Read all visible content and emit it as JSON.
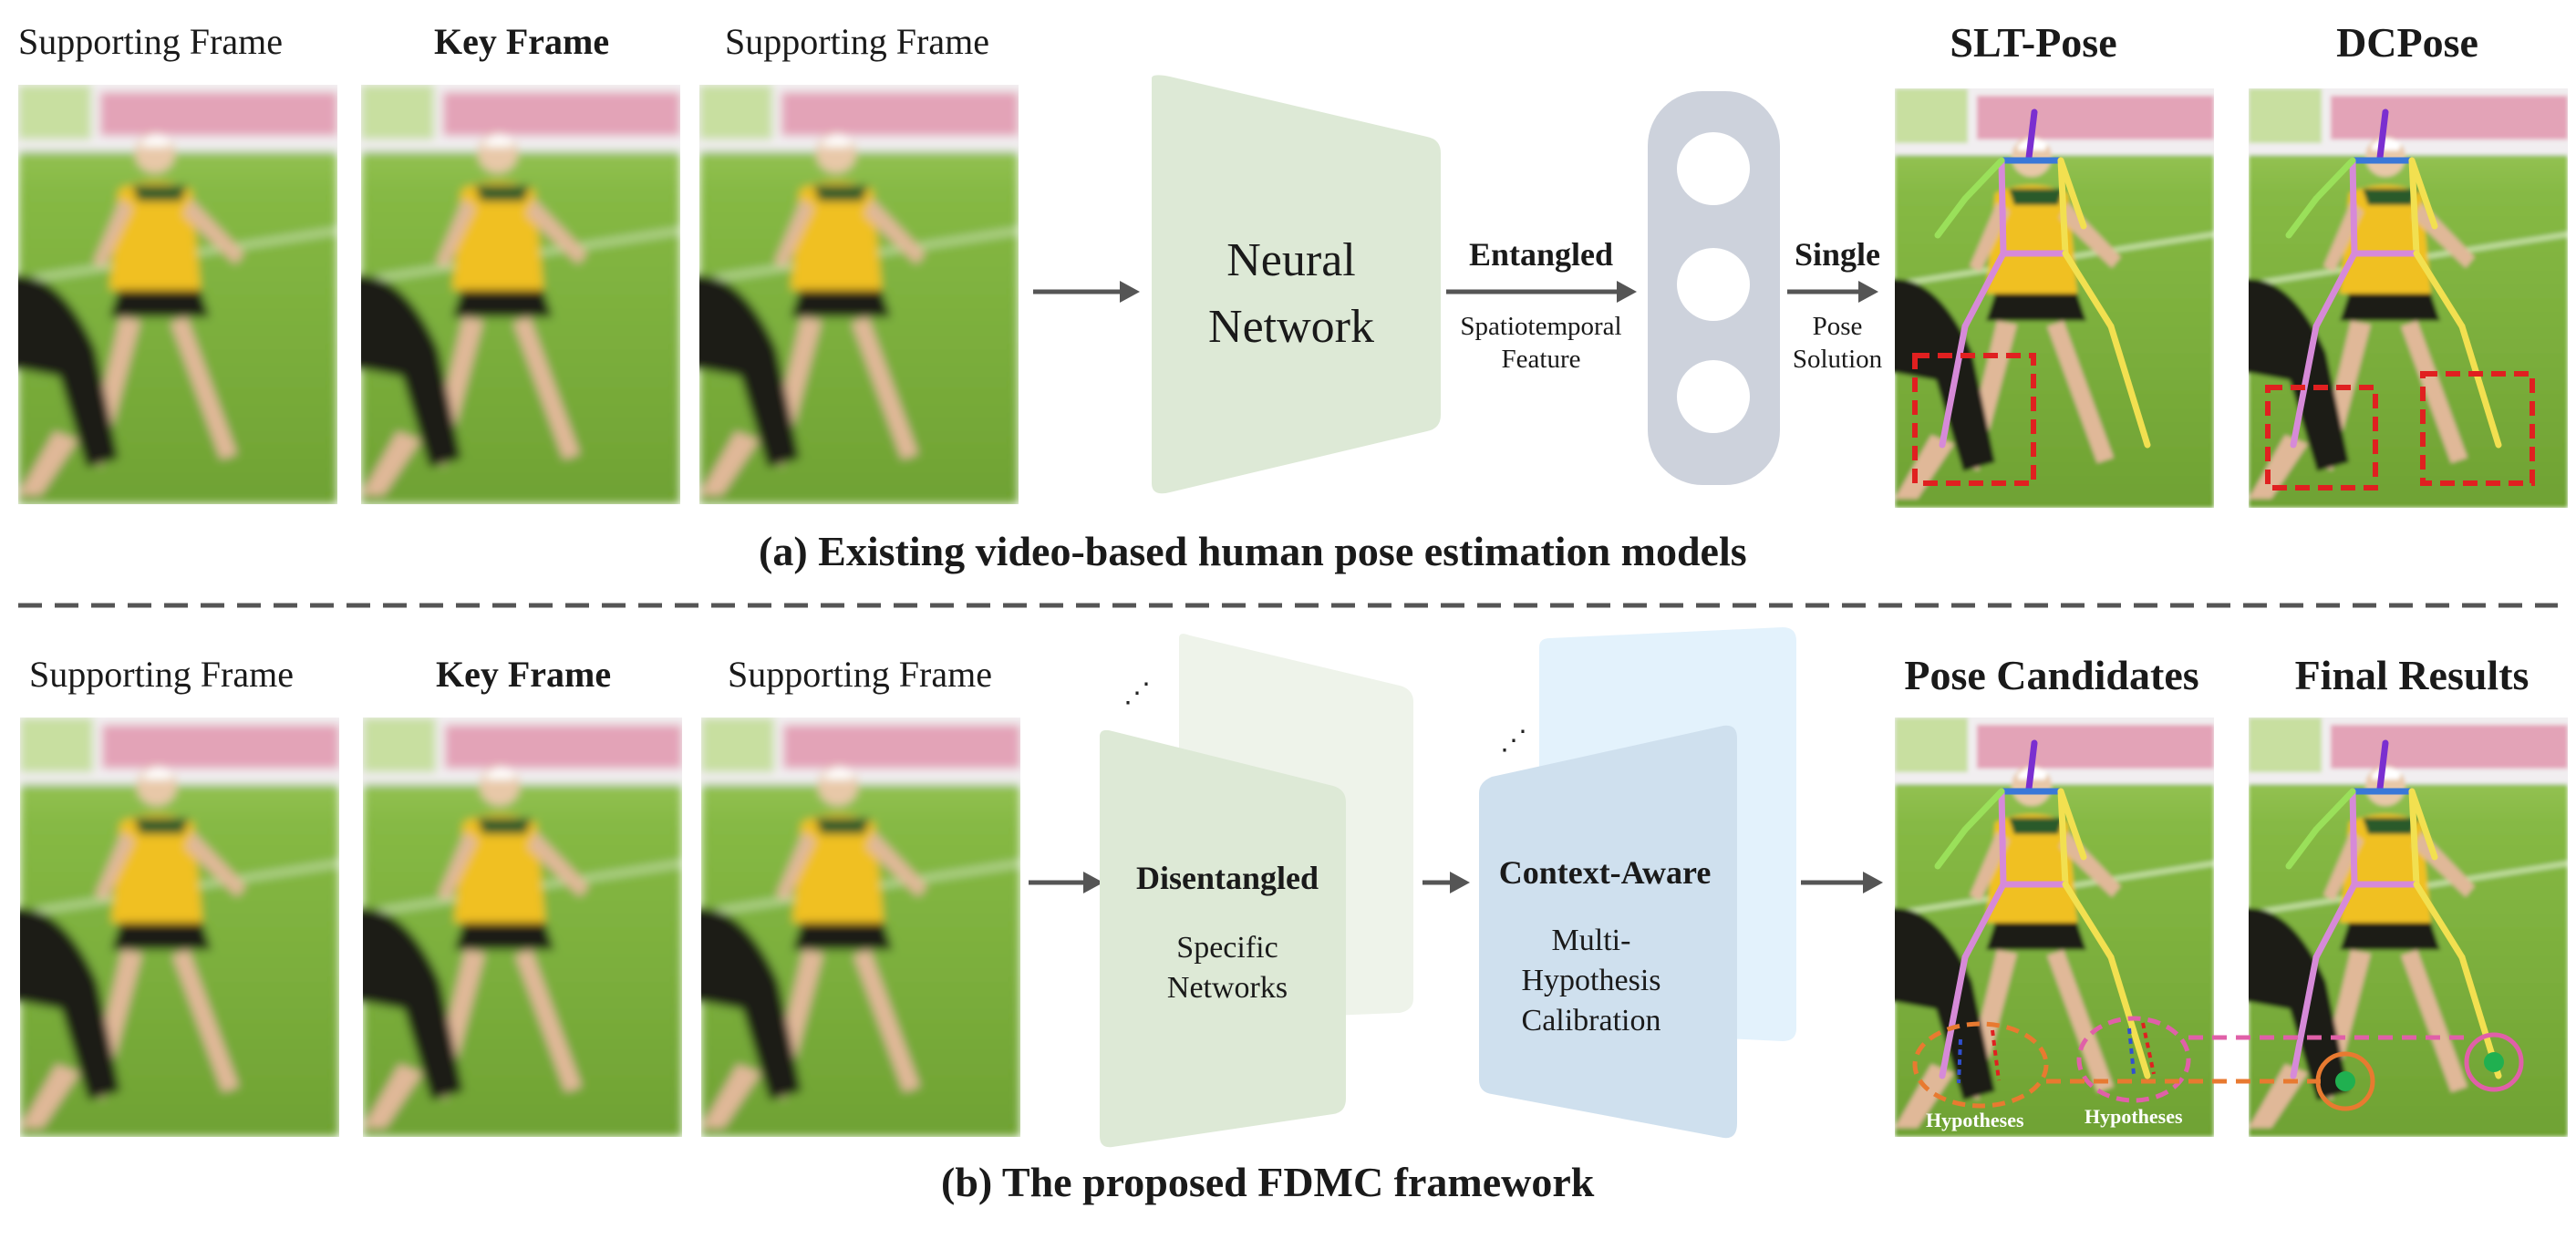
{
  "row_a": {
    "frame_labels": [
      "Supporting Frame",
      "Key Frame",
      "Supporting Frame"
    ],
    "network_label": "Neural Network",
    "feature_title": "Entangled",
    "feature_caption": "Spatiotemporal Feature",
    "solution_title": "Single",
    "solution_caption": "Pose Solution",
    "result_titles": [
      "SLT-Pose",
      "DCPose"
    ],
    "caption": "(a) Existing video-based human pose estimation models"
  },
  "row_b": {
    "frame_labels": [
      "Supporting Frame",
      "Key Frame",
      "Supporting Frame"
    ],
    "module1_title": "Disentangled",
    "module1_caption": "Specific Networks",
    "module2_title": "Context-Aware",
    "module2_caption": "Multi-Hypothesis Calibration",
    "result_titles": [
      "Pose Candidates",
      "Final Results"
    ],
    "hypotheses_label": "Hypotheses",
    "caption": "(b) The proposed FDMC framework"
  },
  "colors": {
    "grass": "#7cae3a",
    "shirt": "#f0c020",
    "network_green": "#dde9d6",
    "module_blue": "#cfe0ee",
    "module_blue_back": "#e3f2fc",
    "pill": "#cdd2dc",
    "arrow": "#555555",
    "error_box": "#e02020",
    "hyp_orange": "#e87a30",
    "hyp_pink": "#e060a8",
    "point_green": "#20b050",
    "limb_purple": "#7a2fd0",
    "limb_blue": "#3a78d8",
    "limb_pink": "#d68ad8",
    "limb_yellow": "#f2e050",
    "limb_lightgreen": "#9ae05a"
  }
}
